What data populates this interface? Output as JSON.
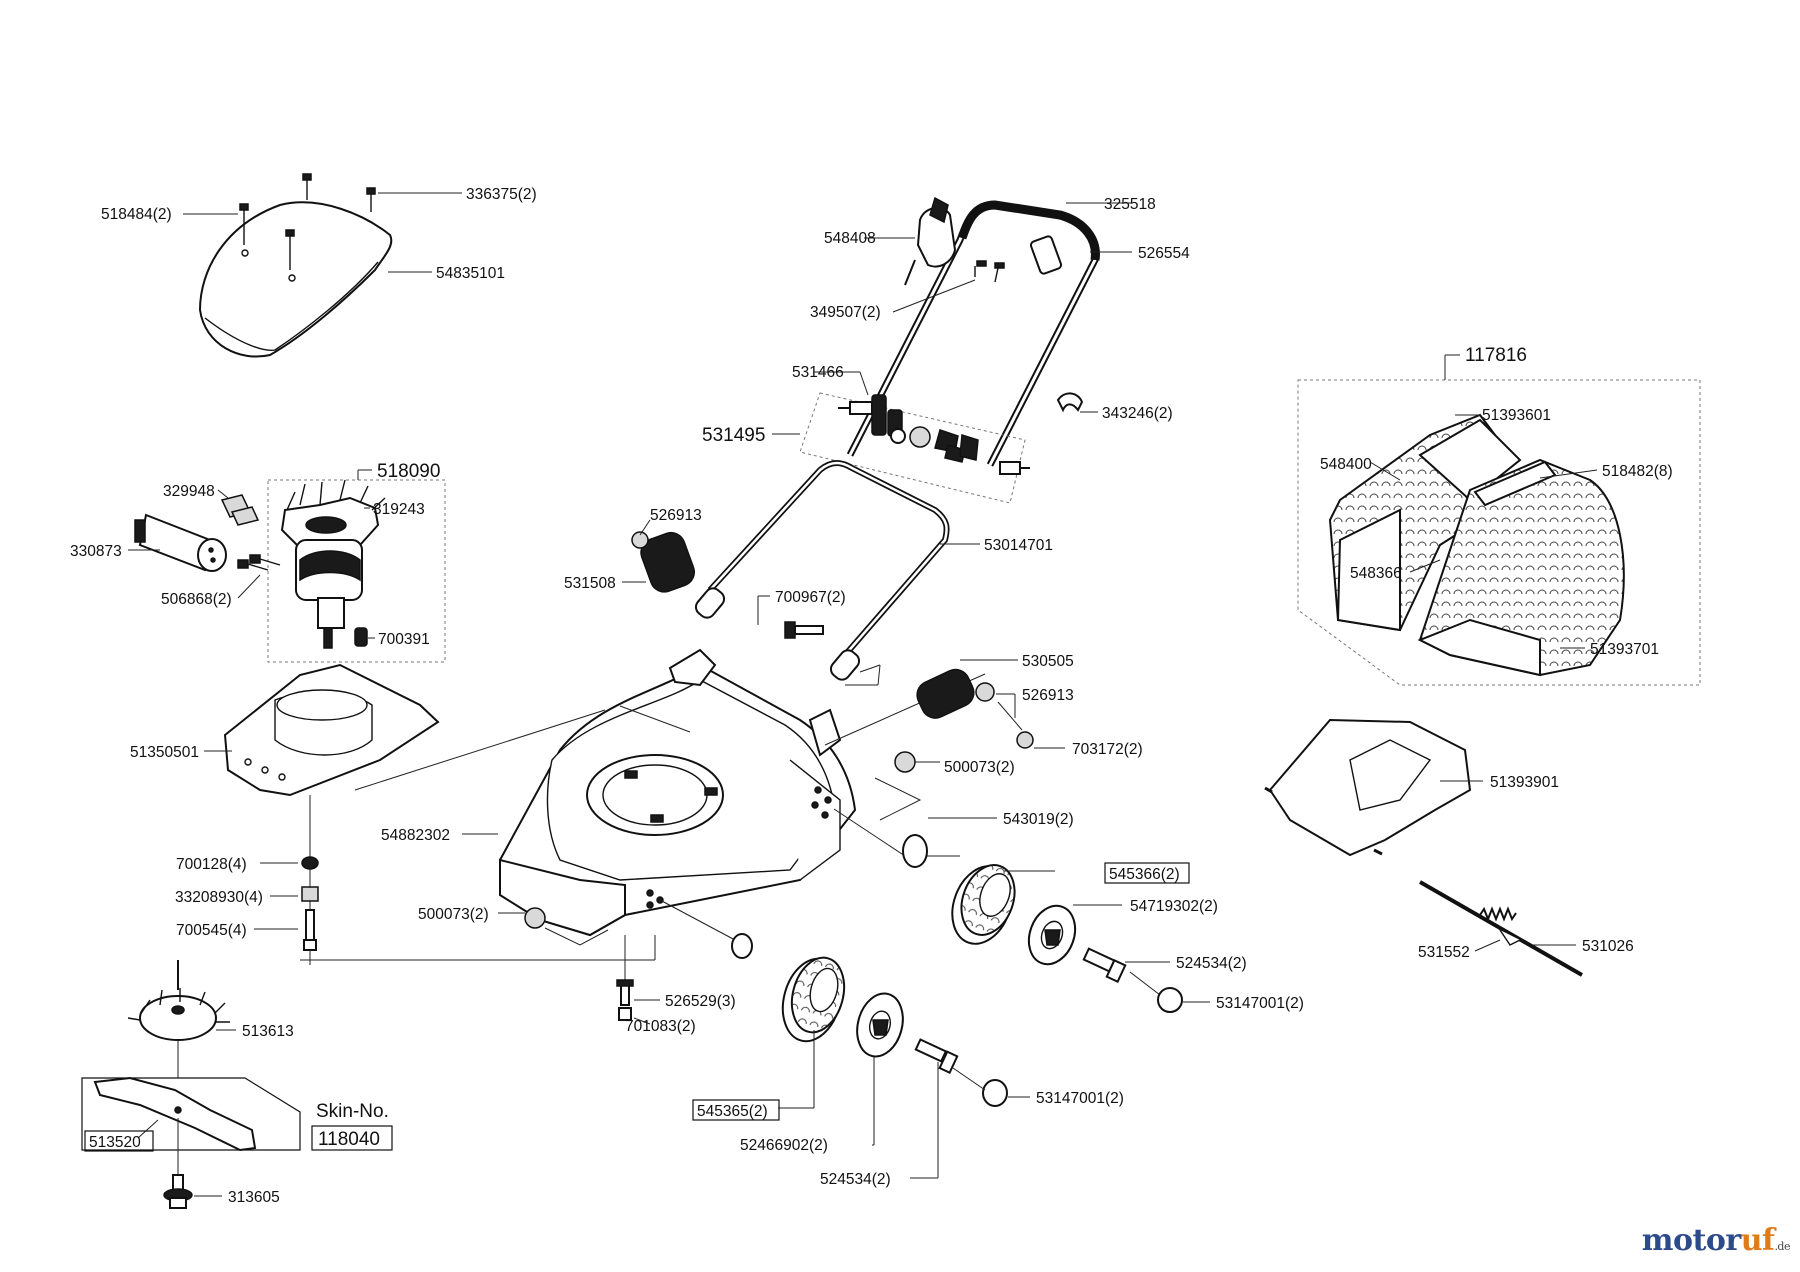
{
  "logo": {
    "part1": "motor",
    "part2": "uf",
    "suffix": ".de"
  },
  "labels": {
    "l336375": "336375(2)",
    "l518484": "518484(2)",
    "l54835101": "54835101",
    "l325518": "325518",
    "l548408": "548408",
    "l526554": "526554",
    "l349507": "349507(2)",
    "l531466": "531466",
    "l531495": "531495",
    "l343246": "343246(2)",
    "l117816": "117816",
    "l51393601": "51393601",
    "l548400": "548400",
    "l518482": "518482(8)",
    "l548366": "548366",
    "l51393701": "51393701",
    "l518090": "518090",
    "l329948": "329948",
    "l319243": "319243",
    "l330873": "330873",
    "l506868": "506868(2)",
    "l700391": "700391",
    "l526913a": "526913",
    "l531508": "531508",
    "l53014701": "53014701",
    "l700967": "700967(2)",
    "l530505": "530505",
    "l526913b": "526913",
    "l703172": "703172(2)",
    "l51350501": "51350501",
    "l500073a": "500073(2)",
    "l54882302": "54882302",
    "l543019": "543019(2)",
    "l51393901": "51393901",
    "l545366": "545366(2)",
    "l700128": "700128(4)",
    "l54719302": "54719302(2)",
    "l33208930": "33208930(4)",
    "l500073b": "500073(2)",
    "l524534a": "524534(2)",
    "l700545": "700545(4)",
    "l531552": "531552",
    "l531026": "531026",
    "l53147001a": "53147001(2)",
    "l526529": "526529(3)",
    "l701083": "701083(2)",
    "l513613": "513613",
    "l53147001b": "53147001(2)",
    "l545365": "545365(2)",
    "l skinno": "Skin-No.",
    "l513520": "513520",
    "l118040": "118040",
    "l524669": "52466902(2)",
    "l313605": "313605",
    "l524534b": "524534(2)"
  }
}
